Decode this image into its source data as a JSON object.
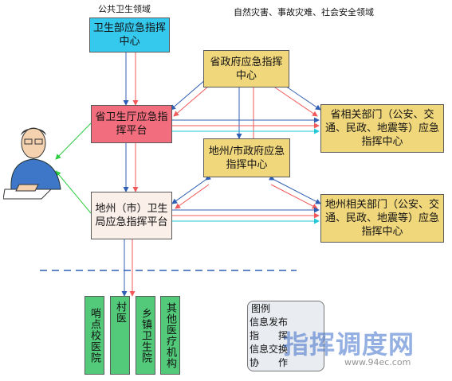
{
  "headings": {
    "public_health": "公共卫生领域",
    "disasters": "自然灾害、事故灾难、社会安全领域"
  },
  "boxes": {
    "ministry": "卫生部应急指挥中心",
    "province_gov": "省政府应急指挥中心",
    "province_health": "省卫生厅应急指挥平台",
    "province_depts": "省相关部门（公安、交通、民政、地震等）应急指挥中心",
    "city_gov": "地州/市政府应急指挥中心",
    "city_health": "地州（市）卫生局应急指挥平台",
    "city_depts": "地州相关部门（公安、交通、民政、地震等）应急指挥中心"
  },
  "grassroots": [
    "哨点校医院",
    "村医",
    "乡镇卫生院",
    "其他医疗机构"
  ],
  "legend": {
    "title": "图例",
    "items": [
      {
        "label": "信息发布",
        "color": "#2ecc40"
      },
      {
        "label": "指　　挥",
        "color": "#f05a5a"
      },
      {
        "label": "信息交换",
        "color": "#2f5fb3"
      },
      {
        "label": "协　　作",
        "color": "#21c9d8"
      }
    ]
  },
  "watermark": {
    "brand": "指挥调度网",
    "url": "www.94ec.com"
  },
  "icons": [
    "operator-person-icon"
  ]
}
